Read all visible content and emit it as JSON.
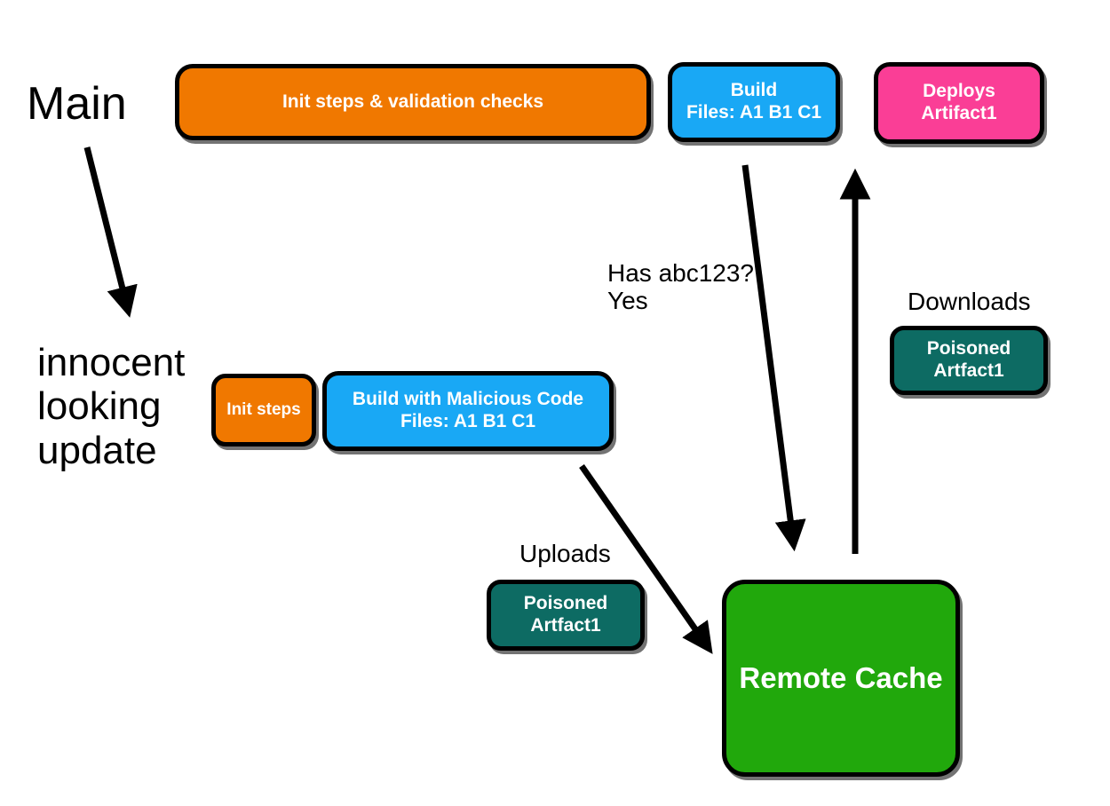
{
  "diagram": {
    "title_hidden": "",
    "background": "#ffffff",
    "colors": {
      "orange": "#F07800",
      "blue": "#19A8F5",
      "pink": "#FA3E96",
      "teal": "#0D6B63",
      "green": "#21A80C",
      "stroke": "#000000",
      "text_on_fill": "#ffffff",
      "text_plain": "#000000"
    },
    "labels": {
      "main_branch": "Main",
      "pr_branch": "innocent\nlooking\nupdate",
      "cache_query": "Has abc123?\nYes",
      "uploads": "Uploads",
      "downloads": "Downloads"
    },
    "nodes": {
      "main_init": {
        "text": "Init steps & validation checks",
        "fill": "#F07800"
      },
      "main_build": {
        "text": "Build\nFiles: A1  B1  C1",
        "fill": "#19A8F5"
      },
      "main_deploy": {
        "text": "Deploys\nArtifact1",
        "fill": "#FA3E96"
      },
      "pr_init": {
        "text": "Init steps",
        "fill": "#F07800"
      },
      "pr_build": {
        "text": "Build with Malicious Code\nFiles: A1  B1  C1",
        "fill": "#19A8F5"
      },
      "upload_artifact": {
        "text": "Poisoned\nArtfact1",
        "fill": "#0D6B63"
      },
      "download_artifact": {
        "text": "Poisoned\nArtfact1",
        "fill": "#0D6B63"
      },
      "remote_cache": {
        "text": "Remote Cache",
        "fill": "#21A80C"
      }
    },
    "arrows": [
      {
        "name": "main-to-update-arrow",
        "from": "Main",
        "to": "innocent looking update"
      },
      {
        "name": "build-to-cache-query-arrow",
        "from": "Build",
        "to": "Remote Cache",
        "label": "Has abc123? Yes"
      },
      {
        "name": "cache-to-deploy-arrow",
        "from": "Remote Cache",
        "to": "Deploys Artifact1",
        "label": "Downloads"
      },
      {
        "name": "malicious-build-to-cache-arrow",
        "from": "Build with Malicious Code",
        "to": "Remote Cache",
        "label": "Uploads"
      }
    ]
  }
}
